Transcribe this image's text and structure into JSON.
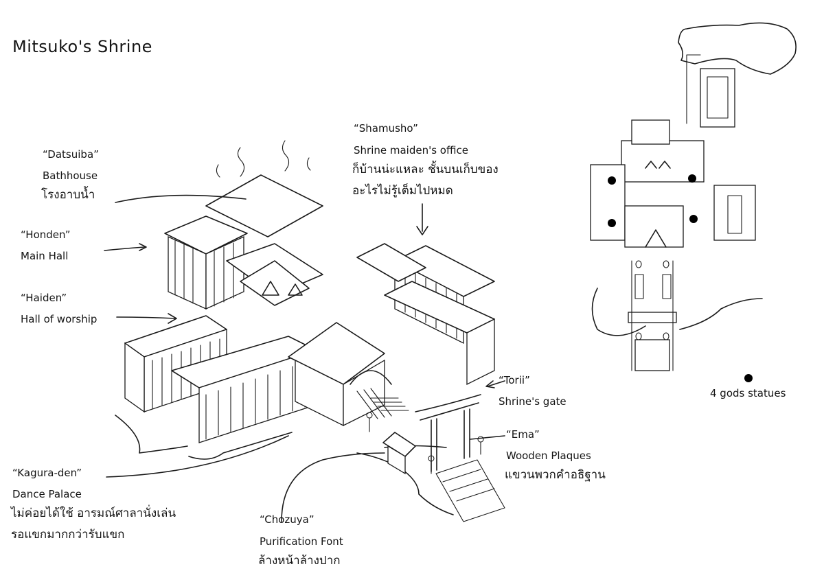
{
  "title": "Mitsuko's Shrine",
  "labels": {
    "datsuiba": {
      "name": "“Datsuiba”",
      "en": "Bathhouse",
      "th": "โรงอาบน้ำ"
    },
    "honden": {
      "name": "“Honden”",
      "en": "Main Hall"
    },
    "haiden": {
      "name": "“Haiden”",
      "en": "Hall of worship"
    },
    "shamusho": {
      "name": "“Shamusho”",
      "en": "Shrine maiden's office",
      "th1": "ก็บ้านน่ะแหละ ชั้นบนเก็บของ",
      "th2": "อะไรไม่รู้เต็มไปหมด"
    },
    "torii": {
      "name": "“Torii”",
      "en": "Shrine's gate"
    },
    "ema": {
      "name": "“Ema”",
      "en": "Wooden Plaques",
      "th": "แขวนพวกคำอธิฐาน"
    },
    "kagura": {
      "name": "“Kagura-den”",
      "en": "Dance Palace",
      "th1": "ไม่ค่อยได้ใช้ อารมณ์ศาลานั่งเล่น",
      "th2": "รอแขกมากกว่ารับแขก"
    },
    "chozuya": {
      "name": "“Chozuya”",
      "en": "Purification Font",
      "th": "ล้างหน้าล้างปาก"
    }
  },
  "legend": {
    "text": "4 gods statues"
  }
}
